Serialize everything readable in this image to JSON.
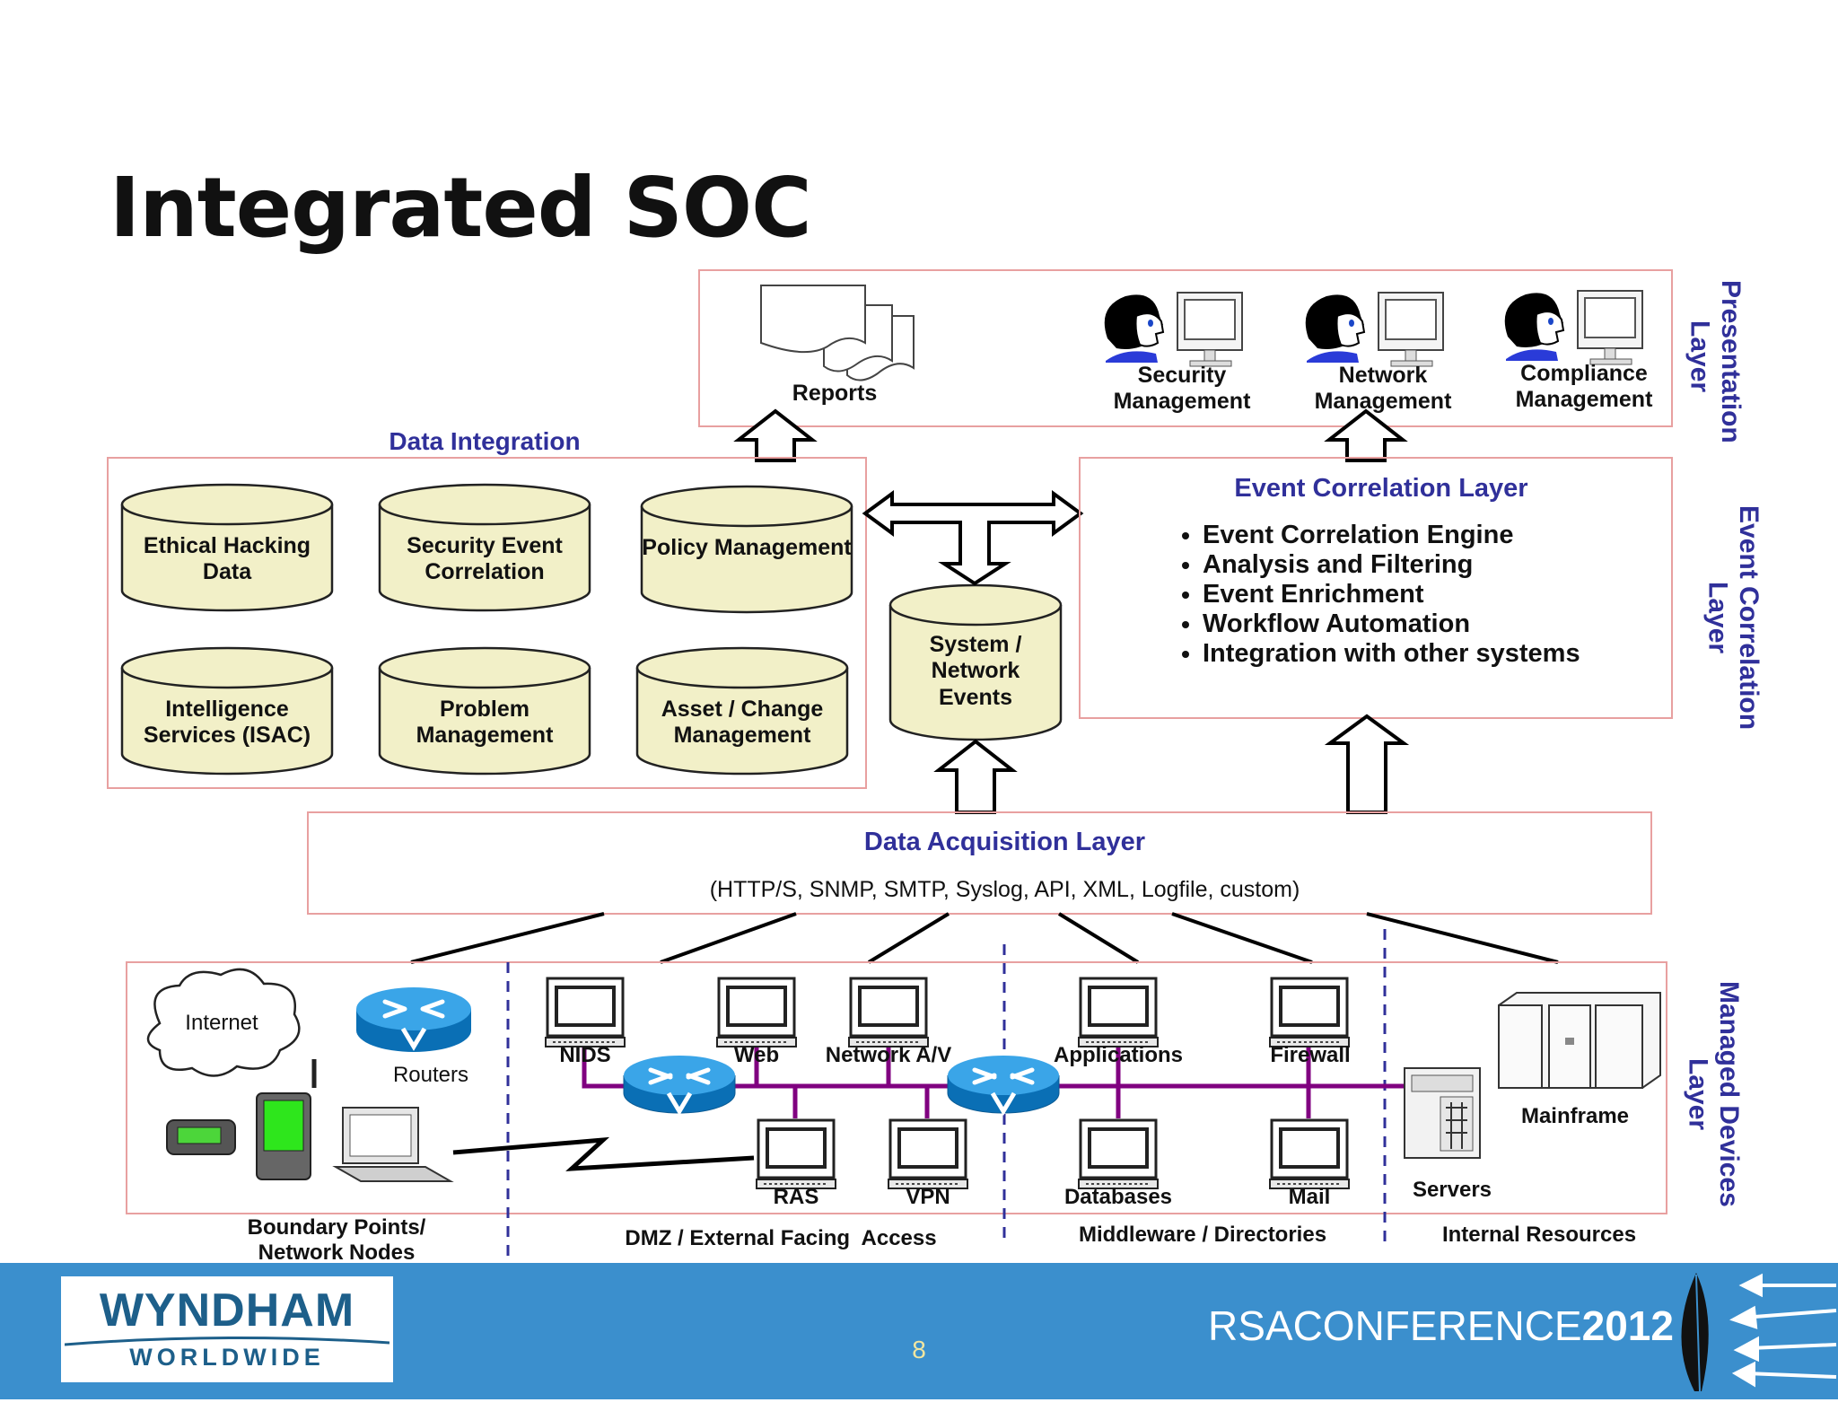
{
  "title": "Integrated SOC",
  "presentation_layer": {
    "side_label": "Presentation Layer",
    "reports": "Reports",
    "consoles": [
      {
        "label": "Security Management"
      },
      {
        "label": "Network Management"
      },
      {
        "label": "Compliance Management"
      }
    ]
  },
  "data_integration": {
    "title": "Data Integration",
    "stores": [
      "Ethical Hacking Data",
      "Security Event Correlation",
      "Policy Management",
      "Intelligence Services (ISAC)",
      "Problem Management",
      "Asset / Change Management"
    ]
  },
  "system_events": "System / Network Events",
  "event_correlation": {
    "title": "Event Correlation Layer",
    "side_label": "Event Correlation Layer",
    "items": [
      "Event Correlation Engine",
      "Analysis and Filtering",
      "Event Enrichment",
      "Workflow Automation",
      "Integration with other systems"
    ]
  },
  "data_acquisition": {
    "title": "Data Acquisition Layer",
    "protocols": "(HTTP/S, SNMP, SMTP, Syslog, API, XML, Logfile, custom)"
  },
  "managed_devices": {
    "side_label": "Managed Devices Layer",
    "internet": "Internet",
    "routers": "Routers",
    "nodes": {
      "nids": "NIDS",
      "web": "Web",
      "network_av": "Network A/V",
      "applications": "Applications",
      "firewall": "Firewall",
      "ras": "RAS",
      "vpn": "VPN",
      "databases": "Databases",
      "mail": "Mail",
      "servers": "Servers",
      "mainframe": "Mainframe"
    },
    "zones": [
      "Boundary Points/ Network Nodes",
      "DMZ / External Facing  Access",
      "Middleware / Directories",
      "Internal Resources"
    ]
  },
  "footer": {
    "company_name": "WYNDHAM",
    "company_sub": "WORLDWIDE",
    "page_number": "8",
    "conference_prefix": "RSACONFERENCE",
    "conference_year": "2012"
  },
  "colors": {
    "accent_blue": "#30309a",
    "box_border": "#e8a0a0",
    "cylinder_fill": "#f2f0c8",
    "network_line": "#800080",
    "footer_bar": "#3b8fcd"
  }
}
